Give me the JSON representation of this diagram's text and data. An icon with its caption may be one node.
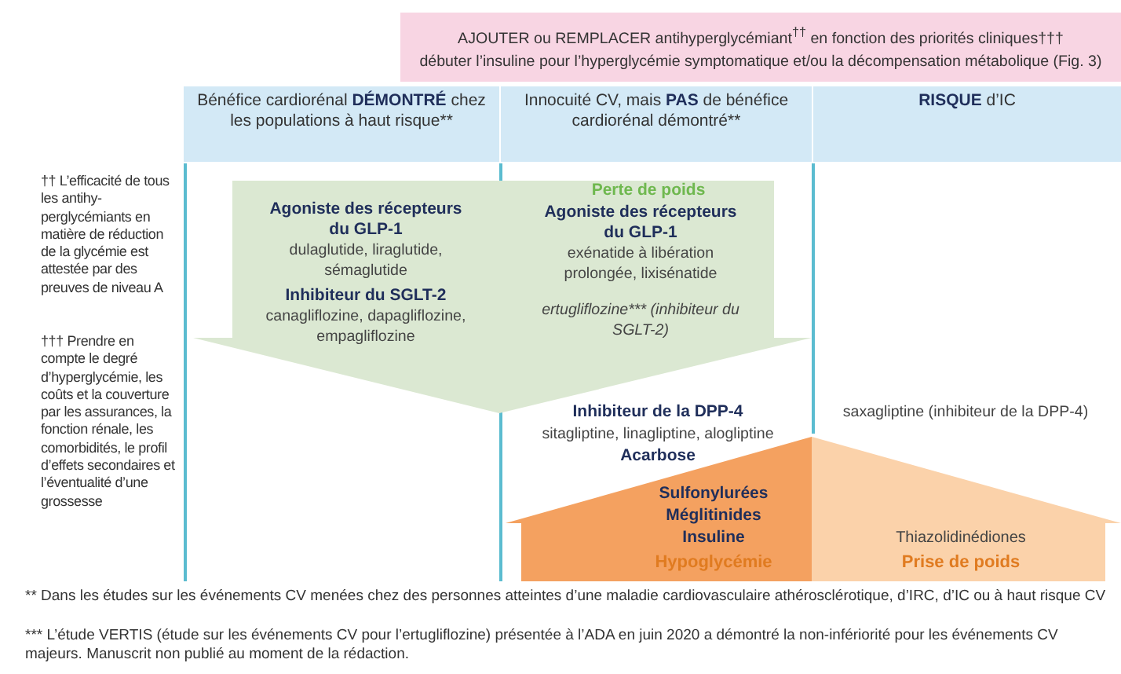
{
  "diagram": {
    "nodes": [
      {
        "text": [
          "AJOUTER ou REMPLACER antihyperglycémiant$^{††}$ en fonction des priorités cliniques†††",
          "débuter l’insuline pour l’hyperglycémie symptomatique et/ou la décompensation métabolique (Fig. 3)"
        ]
      },
      {
        "text": [
          "Bénéfice cardiorénal **DÉMONTRÉ** chez les populations à haut risque**"
        ]
      },
      {
        "text": [
          "Innocuité CV, mais **PAS** de bénéfice cardiorénal démontré**"
        ]
      },
      {
        "text": [
          "**RISQUE** d’IC"
        ]
      },
      {
        "text": [
          "Perte de poids",
          "Agoniste des récepteurs du GLP-1",
          "dulaglutide, liraglutide, sémaglutide",
          "Inhibiteur du SGLT-2",
          "canagliflozine, dapagliflozine, empagliflozine",
          "Agoniste des récepteurs du GLP-1",
          "exénatide à libération prolongée, lixisénatide",
          "ertugliflozine*** (inhibiteur du SGLT-2)"
        ]
      },
      {
        "text": [
          "Sulfonylurées",
          "Méglitinides",
          "Insuline",
          "Hypoglycémie"
        ]
      },
      {
        "text": [
          "Thiazolidinédiones",
          "Prise de poids"
        ]
      }
    ],
    "labels": [
      "†† L’efficacité de tous les antihy-perglycémiants en matière de réduction de la glycémie est attestée par des preuves de niveau A",
      "††† Prendre en compte le degré d’hyperglycémie, les coûts et la couverture par les assurances, la fonction rénale, les comorbidités, le profil d’effets secondaires et l’éventualité d’une grossesse",
      "Inhibiteur de la DPP-4",
      "sitagliptine, linagliptine, alogliptine",
      "Acarbose",
      "saxagliptine (inhibiteur de la DPP-4)",
      "** Dans les études sur les événements CV menées chez des personnes atteintes d’une maladie cardiovasculaire athérosclérotique, d’IRC, d’IC ou à haut risque CV",
      "*** L’étude VERTIS (étude sur les événements CV pour l’ertugliflozine) présentée à l’ADA en juin 2020 a démontré la non-infériorité pour les événements CV majeurs. Manuscrit non publié au moment de la rédaction."
    ]
  }
}
